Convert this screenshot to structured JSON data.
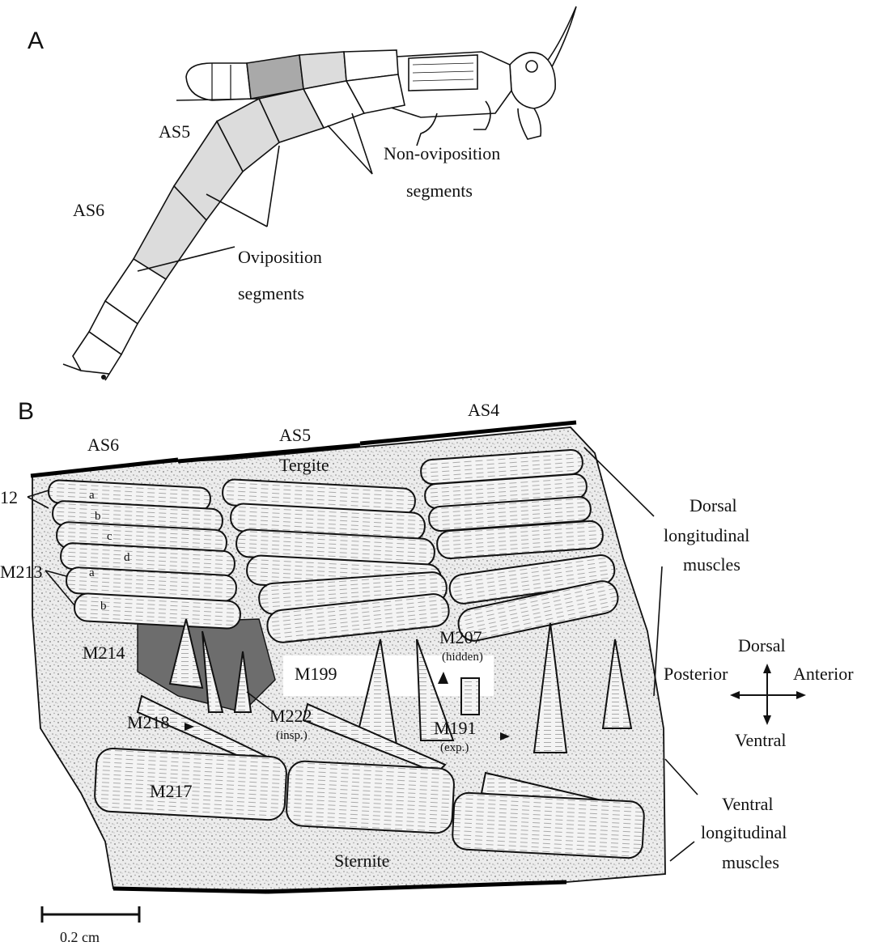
{
  "panel_a": {
    "letter": "A",
    "labels": {
      "as5": "AS5",
      "as6": "AS6",
      "non_ovi_line1": "Non-oviposition",
      "non_ovi_line2": "segments",
      "ovi_line1": "Oviposition",
      "ovi_line2": "segments"
    },
    "colors": {
      "oviposition_fill": "#dcdcdc",
      "dark_segment_fill": "#a9a9a9"
    }
  },
  "panel_b": {
    "letter": "B",
    "segments": {
      "as6": "AS6",
      "as5": "AS5",
      "as4": "AS4"
    },
    "tergite": "Tergite",
    "sternite": "Sternite",
    "muscle_letters": [
      "a",
      "b",
      "c",
      "d",
      "a",
      "b"
    ],
    "muscle_labels": {
      "m212": "12",
      "m213": "M213",
      "m214": "M214",
      "m199": "M199",
      "m207": "M207",
      "m207_note": "(hidden)",
      "m218": "M218",
      "m222": "M222",
      "m222_note": "(insp.)",
      "m191": "M191",
      "m191_note": "(exp.)",
      "m217": "M217"
    },
    "group_labels": {
      "dorsal_line1": "Dorsal",
      "dorsal_line2": "longitudinal",
      "dorsal_line3": "muscles",
      "ventral_line1": "Ventral",
      "ventral_line2": "longitudinal",
      "ventral_line3": "muscles"
    },
    "compass": {
      "dorsal": "Dorsal",
      "ventral": "Ventral",
      "posterior": "Posterior",
      "anterior": "Anterior"
    },
    "scale_bar": "0.2 cm"
  }
}
